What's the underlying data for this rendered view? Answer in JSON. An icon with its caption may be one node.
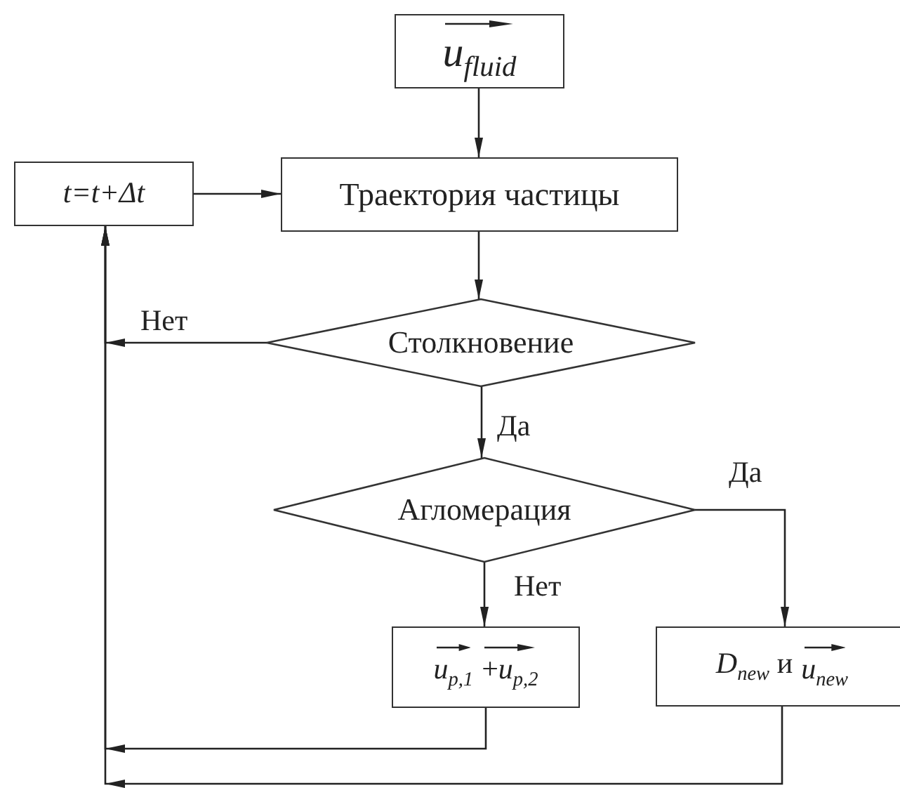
{
  "diagram": {
    "nodes": [
      {
        "text": [
          "*u*$_{fluid}$"
        ]
      },
      {
        "text": [
          "t=t+Δt"
        ]
      },
      {
        "text": [
          "Траектория частицы"
        ]
      },
      {
        "text": [
          "Столкновение"
        ]
      },
      {
        "text": [
          "Агломерация"
        ]
      },
      {
        "text": [
          "*u*$_{p,1}$",
          "+*u*$_{p,2}$"
        ]
      },
      {
        "text": [
          "*D*$_{new}$ и",
          "*u*$_{new}$"
        ]
      }
    ],
    "edges": [
      {
        "from": 0,
        "to": 2,
        "arrow": "to"
      },
      {
        "from": 1,
        "to": 2,
        "arrow": "to"
      },
      {
        "from": 2,
        "to": 3,
        "arrow": "to"
      },
      {
        "from": 3,
        "to": 1,
        "arrow": "to",
        "label": "Нет"
      },
      {
        "from": 3,
        "to": 4,
        "arrow": "to",
        "label": "Да"
      },
      {
        "from": 4,
        "to": 6,
        "arrow": "to",
        "label": "Да"
      },
      {
        "from": 4,
        "to": 5,
        "arrow": "to",
        "label": "Нет"
      },
      {
        "from": 5,
        "to": 1,
        "arrow": "to"
      },
      {
        "from": 6,
        "to": 1,
        "arrow": "to"
      }
    ]
  }
}
